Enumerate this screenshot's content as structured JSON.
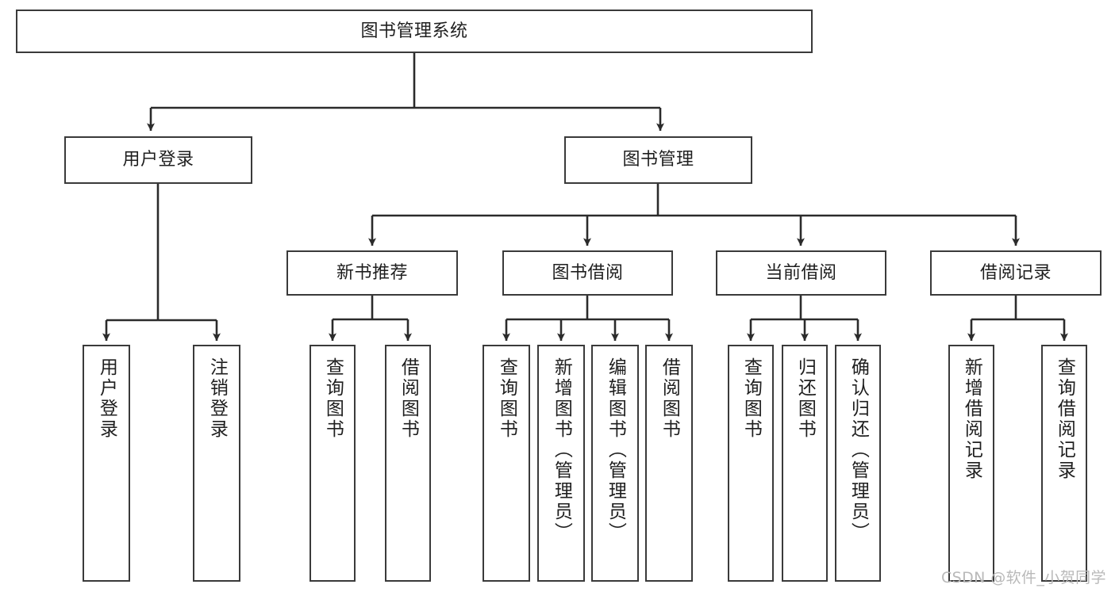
{
  "diagram": {
    "type": "tree-hierarchy-chart",
    "title": "图书管理系统",
    "colors": {
      "box_border": "#3a3a3a",
      "box_fill": "#ffffff",
      "edge": "#2b2b2b",
      "text": "#1f1f1f",
      "watermark": "#b9b9b9"
    },
    "nodes": [
      {
        "id": "root",
        "label": "图书管理系统",
        "level": 1,
        "orientation": "horizontal"
      },
      {
        "id": "login",
        "label": "用户登录",
        "level": 2,
        "orientation": "horizontal"
      },
      {
        "id": "bookmgmt",
        "label": "图书管理",
        "level": 2,
        "orientation": "horizontal"
      },
      {
        "id": "newbook",
        "label": "新书推荐",
        "level": 3,
        "orientation": "horizontal"
      },
      {
        "id": "borrow",
        "label": "图书借阅",
        "level": 3,
        "orientation": "horizontal"
      },
      {
        "id": "current",
        "label": "当前借阅",
        "level": 3,
        "orientation": "horizontal"
      },
      {
        "id": "records",
        "label": "借阅记录",
        "level": 3,
        "orientation": "horizontal"
      },
      {
        "id": "leaf-1",
        "label": "用户登录",
        "level": 4,
        "orientation": "vertical",
        "parent": "login"
      },
      {
        "id": "leaf-2",
        "label": "注销登录",
        "level": 4,
        "orientation": "vertical",
        "parent": "login"
      },
      {
        "id": "leaf-3",
        "label": "查询图书",
        "level": 4,
        "orientation": "vertical",
        "parent": "newbook"
      },
      {
        "id": "leaf-4",
        "label": "借阅图书",
        "level": 4,
        "orientation": "vertical",
        "parent": "newbook"
      },
      {
        "id": "leaf-5",
        "label": "查询图书",
        "level": 4,
        "orientation": "vertical",
        "parent": "borrow"
      },
      {
        "id": "leaf-6",
        "label": "新增图书（管理员）",
        "level": 4,
        "orientation": "vertical",
        "parent": "borrow"
      },
      {
        "id": "leaf-7",
        "label": "编辑图书（管理员）",
        "level": 4,
        "orientation": "vertical",
        "parent": "borrow"
      },
      {
        "id": "leaf-8",
        "label": "借阅图书",
        "level": 4,
        "orientation": "vertical",
        "parent": "borrow"
      },
      {
        "id": "leaf-9",
        "label": "查询图书",
        "level": 4,
        "orientation": "vertical",
        "parent": "current"
      },
      {
        "id": "leaf-10",
        "label": "归还图书",
        "level": 4,
        "orientation": "vertical",
        "parent": "current"
      },
      {
        "id": "leaf-11",
        "label": "确认归还（管理员）",
        "level": 4,
        "orientation": "vertical",
        "parent": "current"
      },
      {
        "id": "leaf-12",
        "label": "新增借阅记录",
        "level": 4,
        "orientation": "vertical",
        "parent": "records"
      },
      {
        "id": "leaf-13",
        "label": "查询借阅记录",
        "level": 4,
        "orientation": "vertical",
        "parent": "records"
      }
    ],
    "watermark": "CSDN @软件_小贺同学"
  }
}
